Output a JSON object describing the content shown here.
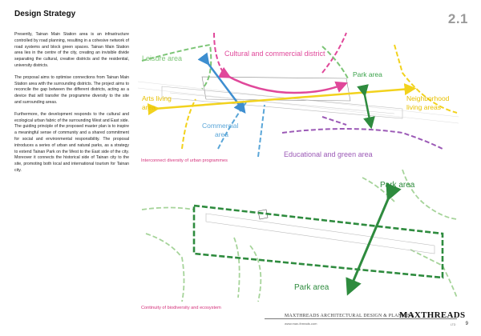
{
  "page": {
    "title": "Design Strategy",
    "section_number": "2.1",
    "page_number": "9"
  },
  "body_paragraphs": [
    "Presently, Tainan Main Station area is an infrastructure controlled by road planning, resulting in a cohesive network of road systems and block green spaces. Tainan Main Station area lies in the centre of the city, creating an invisible divide separating the cultural, creative districts and the residential, university districts.",
    "The proposal aims to optimise connections from Tainan Main Station area with the surrounding districts. The project aims to reconcile the gap between the different districts, acting as a device that will transfer the programme diversity to the site and surrounding areas.",
    "Furthermore, the development responds to the cultural and ecological urban fabric of the surrounding West and East side. The guiding principle of the proposed master plan is to inspire a meaningful sense of community and a shared commitment for social and environmental responsibility. The proposal introduces a series of urban and natural parks, as a strategy to extend Tainan Park on the West to the East side of the city. Moreover it connects the historical side of Tainan city to the site, promoting both local and international tourism for Tainan city."
  ],
  "diagram1": {
    "caption": "Interconnect diversity of urban programmes",
    "labels": {
      "leisure": "Leisure area",
      "cultural": "Cultural and commercial district",
      "park": "Park area",
      "arts_line1": "Arts living",
      "arts_line2": "area",
      "neighborhood_line1": "Neighborhood",
      "neighborhood_line2": "living areas",
      "commercial_line1": "Commercial",
      "commercial_line2": "area",
      "educational": "Educational and green area"
    },
    "colors": {
      "leisure": "#7cc576",
      "cultural": "#e0489a",
      "park": "#3aa24a",
      "arts": "#f2d21d",
      "neighborhood": "#f2d21d",
      "commercial": "#5aa6d8",
      "educational": "#9b59b6"
    }
  },
  "diagram2": {
    "caption": "Continuity of biodiversity and ecosystem",
    "labels": {
      "park_top": "Park area",
      "park_bottom": "Park area"
    },
    "colors": {
      "green": "#2e8b3e",
      "light_green": "#a6d49a"
    }
  },
  "footer": {
    "firm": "MAXTHREADS ARCHITECTURAL DESIGN & PLANNING",
    "url": "www.max-threads.com",
    "logo": "MAXTHREADS",
    "logo_sub": "LTD"
  }
}
